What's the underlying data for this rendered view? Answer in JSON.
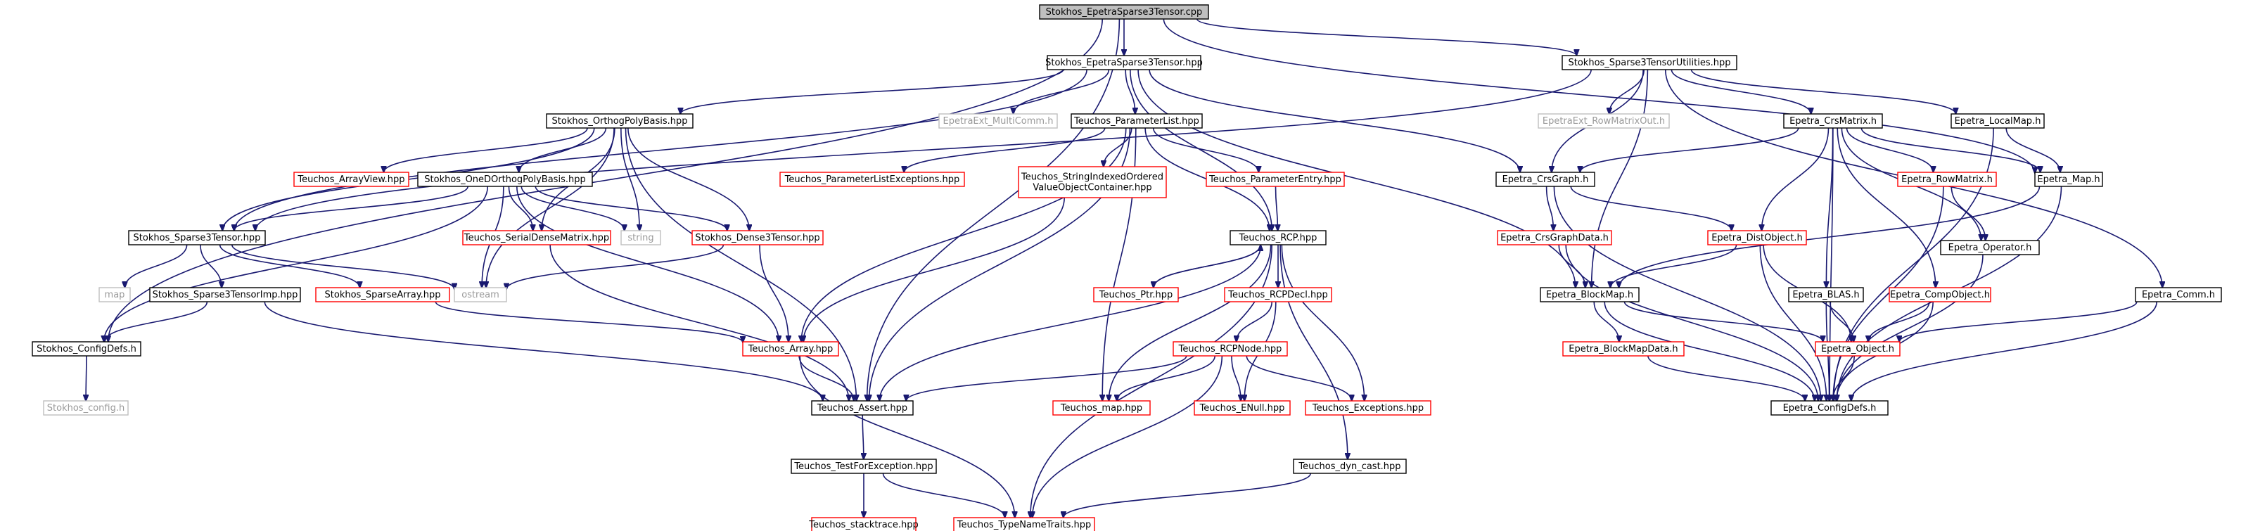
{
  "nodes": [
    {
      "id": "n0",
      "label": "Stokhos_EpetraSparse3Tensor.cpp",
      "style": "root",
      "name": "node-stokhos-epetrasparse3tensor-cpp"
    },
    {
      "id": "n1",
      "label": "Stokhos_EpetraSparse3Tensor.hpp",
      "style": "normal",
      "name": "node-stokhos-epetrasparse3tensor-hpp"
    },
    {
      "id": "n2",
      "label": "Stokhos_Sparse3TensorUtilities.hpp",
      "style": "normal",
      "name": "node-stokhos-sparse3tensorutilities-hpp"
    },
    {
      "id": "n3",
      "label": "Stokhos_OrthogPolyBasis.hpp",
      "style": "normal",
      "name": "node-stokhos-orthogpolybasis-hpp"
    },
    {
      "id": "n4",
      "label": "EpetraExt_MultiComm.h",
      "style": "gray",
      "name": "node-epetraext-multicomm-h"
    },
    {
      "id": "n5",
      "label": "Teuchos_ParameterList.hpp",
      "style": "normal",
      "name": "node-teuchos-parameterlist-hpp"
    },
    {
      "id": "n6",
      "label": "EpetraExt_RowMatrixOut.h",
      "style": "gray",
      "name": "node-epetraext-rowmatrixout-h"
    },
    {
      "id": "n7",
      "label": "Epetra_CrsMatrix.h",
      "style": "normal",
      "name": "node-epetra-crsmatrix-h"
    },
    {
      "id": "n8",
      "label": "Epetra_LocalMap.h",
      "style": "normal",
      "name": "node-epetra-localmap-h"
    },
    {
      "id": "n9",
      "label": "Teuchos_ArrayView.hpp",
      "style": "red",
      "name": "node-teuchos-arrayview-hpp"
    },
    {
      "id": "n10",
      "label": "Stokhos_OneDOrthogPolyBasis.hpp",
      "style": "normal",
      "name": "node-stokhos-onedorthogpolybasis-hpp"
    },
    {
      "id": "n11",
      "label": "Teuchos_ParameterListExceptions.hpp",
      "style": "red",
      "name": "node-teuchos-parameterlistexceptions-hpp"
    },
    {
      "id": "n12",
      "label": "Teuchos_StringIndexedOrdered\nValueObjectContainer.hpp",
      "style": "red",
      "name": "node-teuchos-stringindexedordered-hpp"
    },
    {
      "id": "n13",
      "label": "Teuchos_ParameterEntry.hpp",
      "style": "red",
      "name": "node-teuchos-parameterentry-hpp"
    },
    {
      "id": "n14",
      "label": "Epetra_CrsGraph.h",
      "style": "normal",
      "name": "node-epetra-crsgraph-h"
    },
    {
      "id": "n15",
      "label": "Epetra_RowMatrix.h",
      "style": "red",
      "name": "node-epetra-rowmatrix-h"
    },
    {
      "id": "n16",
      "label": "Epetra_Map.h",
      "style": "normal",
      "name": "node-epetra-map-h"
    },
    {
      "id": "n17",
      "label": "Stokhos_Sparse3Tensor.hpp",
      "style": "normal",
      "name": "node-stokhos-sparse3tensor-hpp"
    },
    {
      "id": "n18",
      "label": "Teuchos_SerialDenseMatrix.hpp",
      "style": "red",
      "name": "node-teuchos-serialdensematrix-hpp"
    },
    {
      "id": "n19",
      "label": "string",
      "style": "gray",
      "name": "node-string"
    },
    {
      "id": "n20",
      "label": "Stokhos_Dense3Tensor.hpp",
      "style": "red",
      "name": "node-stokhos-dense3tensor-hpp"
    },
    {
      "id": "n21",
      "label": "Teuchos_RCP.hpp",
      "style": "normal",
      "name": "node-teuchos-rcp-hpp"
    },
    {
      "id": "n22",
      "label": "Epetra_CrsGraphData.h",
      "style": "red",
      "name": "node-epetra-crsgraphdata-h"
    },
    {
      "id": "n23",
      "label": "Epetra_DistObject.h",
      "style": "red",
      "name": "node-epetra-distobject-h"
    },
    {
      "id": "n24",
      "label": "Epetra_Operator.h",
      "style": "normal",
      "name": "node-epetra-operator-h"
    },
    {
      "id": "n25",
      "label": "map",
      "style": "gray",
      "name": "node-map"
    },
    {
      "id": "n26",
      "label": "Stokhos_Sparse3TensorImp.hpp",
      "style": "normal",
      "name": "node-stokhos-sparse3tensorimp-hpp"
    },
    {
      "id": "n27",
      "label": "Stokhos_SparseArray.hpp",
      "style": "red",
      "name": "node-stokhos-sparsearray-hpp"
    },
    {
      "id": "n28",
      "label": "ostream",
      "style": "gray",
      "name": "node-ostream"
    },
    {
      "id": "n29",
      "label": "Teuchos_Ptr.hpp",
      "style": "red",
      "name": "node-teuchos-ptr-hpp"
    },
    {
      "id": "n30",
      "label": "Teuchos_RCPDecl.hpp",
      "style": "red",
      "name": "node-teuchos-rcpdecl-hpp"
    },
    {
      "id": "n31",
      "label": "Epetra_BlockMap.h",
      "style": "normal",
      "name": "node-epetra-blockmap-h"
    },
    {
      "id": "n32",
      "label": "Epetra_BLAS.h",
      "style": "normal",
      "name": "node-epetra-blas-h"
    },
    {
      "id": "n33",
      "label": "Epetra_CompObject.h",
      "style": "red",
      "name": "node-epetra-compobject-h"
    },
    {
      "id": "n34",
      "label": "Epetra_Comm.h",
      "style": "normal",
      "name": "node-epetra-comm-h"
    },
    {
      "id": "n35",
      "label": "Stokhos_ConfigDefs.h",
      "style": "normal",
      "name": "node-stokhos-configdefs-h"
    },
    {
      "id": "n36",
      "label": "Teuchos_Array.hpp",
      "style": "red",
      "name": "node-teuchos-array-hpp"
    },
    {
      "id": "n37",
      "label": "Teuchos_RCPNode.hpp",
      "style": "red",
      "name": "node-teuchos-rcpnode-hpp"
    },
    {
      "id": "n38",
      "label": "Epetra_BlockMapData.h",
      "style": "red",
      "name": "node-epetra-blockmapdata-h"
    },
    {
      "id": "n39",
      "label": "Epetra_Object.h",
      "style": "red",
      "name": "node-epetra-object-h"
    },
    {
      "id": "n40",
      "label": "Stokhos_config.h",
      "style": "gray",
      "name": "node-stokhos-config-h"
    },
    {
      "id": "n41",
      "label": "Teuchos_Assert.hpp",
      "style": "normal",
      "name": "node-teuchos-assert-hpp"
    },
    {
      "id": "n42",
      "label": "Teuchos_map.hpp",
      "style": "red",
      "name": "node-teuchos-map-hpp"
    },
    {
      "id": "n43",
      "label": "Teuchos_ENull.hpp",
      "style": "red",
      "name": "node-teuchos-enull-hpp"
    },
    {
      "id": "n44",
      "label": "Teuchos_Exceptions.hpp",
      "style": "red",
      "name": "node-teuchos-exceptions-hpp"
    },
    {
      "id": "n45",
      "label": "Epetra_ConfigDefs.h",
      "style": "normal",
      "name": "node-epetra-configdefs-h"
    },
    {
      "id": "n46",
      "label": "Teuchos_TestForException.hpp",
      "style": "normal",
      "name": "node-teuchos-testforexception-hpp"
    },
    {
      "id": "n47",
      "label": "Teuchos_dyn_cast.hpp",
      "style": "normal",
      "name": "node-teuchos-dyn-cast-hpp"
    },
    {
      "id": "n48",
      "label": "Teuchos_stacktrace.hpp",
      "style": "red",
      "name": "node-teuchos-stacktrace-hpp"
    },
    {
      "id": "n49",
      "label": "Teuchos_TypeNameTraits.hpp",
      "style": "red",
      "name": "node-teuchos-typenametraits-hpp"
    }
  ],
  "edges": [
    [
      "n0",
      "n1"
    ],
    [
      "n0",
      "n2"
    ],
    [
      "n0",
      "n35"
    ],
    [
      "n0",
      "n41"
    ],
    [
      "n0",
      "n16"
    ],
    [
      "n1",
      "n3"
    ],
    [
      "n1",
      "n4"
    ],
    [
      "n1",
      "n5"
    ],
    [
      "n1",
      "n17"
    ],
    [
      "n1",
      "n14"
    ],
    [
      "n1",
      "n21"
    ],
    [
      "n1",
      "n31"
    ],
    [
      "n2",
      "n6"
    ],
    [
      "n2",
      "n7"
    ],
    [
      "n2",
      "n8"
    ],
    [
      "n2",
      "n14"
    ],
    [
      "n2",
      "n31"
    ],
    [
      "n2",
      "n17"
    ],
    [
      "n2",
      "n34"
    ],
    [
      "n3",
      "n9"
    ],
    [
      "n3",
      "n10"
    ],
    [
      "n3",
      "n18"
    ],
    [
      "n3",
      "n19"
    ],
    [
      "n3",
      "n20"
    ],
    [
      "n3",
      "n17"
    ],
    [
      "n3",
      "n41"
    ],
    [
      "n3",
      "n28"
    ],
    [
      "n5",
      "n11"
    ],
    [
      "n5",
      "n12"
    ],
    [
      "n5",
      "n13"
    ],
    [
      "n5",
      "n21"
    ],
    [
      "n5",
      "n36"
    ],
    [
      "n5",
      "n42"
    ],
    [
      "n5",
      "n41"
    ],
    [
      "n7",
      "n14"
    ],
    [
      "n7",
      "n15"
    ],
    [
      "n7",
      "n16"
    ],
    [
      "n7",
      "n24"
    ],
    [
      "n7",
      "n23"
    ],
    [
      "n7",
      "n32"
    ],
    [
      "n7",
      "n33"
    ],
    [
      "n7",
      "n45"
    ],
    [
      "n8",
      "n16"
    ],
    [
      "n8",
      "n45"
    ],
    [
      "n10",
      "n17"
    ],
    [
      "n10",
      "n18"
    ],
    [
      "n10",
      "n19"
    ],
    [
      "n10",
      "n20"
    ],
    [
      "n10",
      "n35"
    ],
    [
      "n10",
      "n28"
    ],
    [
      "n10",
      "n36"
    ],
    [
      "n12",
      "n36"
    ],
    [
      "n13",
      "n21"
    ],
    [
      "n14",
      "n22"
    ],
    [
      "n14",
      "n23"
    ],
    [
      "n14",
      "n45"
    ],
    [
      "n15",
      "n24"
    ],
    [
      "n15",
      "n45"
    ],
    [
      "n16",
      "n31"
    ],
    [
      "n16",
      "n45"
    ],
    [
      "n17",
      "n25"
    ],
    [
      "n17",
      "n26"
    ],
    [
      "n17",
      "n27"
    ],
    [
      "n17",
      "n28"
    ],
    [
      "n18",
      "n41"
    ],
    [
      "n20",
      "n36"
    ],
    [
      "n20",
      "n28"
    ],
    [
      "n21",
      "n29"
    ],
    [
      "n21",
      "n30"
    ],
    [
      "n21",
      "n44"
    ],
    [
      "n21",
      "n49"
    ],
    [
      "n21",
      "n47"
    ],
    [
      "n21",
      "n41"
    ],
    [
      "n21",
      "n42"
    ],
    [
      "n22",
      "n31"
    ],
    [
      "n22",
      "n45"
    ],
    [
      "n23",
      "n31"
    ],
    [
      "n23",
      "n39"
    ],
    [
      "n23",
      "n45"
    ],
    [
      "n24",
      "n45"
    ],
    [
      "n26",
      "n35"
    ],
    [
      "n26",
      "n41"
    ],
    [
      "n27",
      "n36"
    ],
    [
      "n29",
      "n21"
    ],
    [
      "n30",
      "n37"
    ],
    [
      "n30",
      "n43"
    ],
    [
      "n31",
      "n38"
    ],
    [
      "n31",
      "n39"
    ],
    [
      "n31",
      "n45"
    ],
    [
      "n32",
      "n39"
    ],
    [
      "n32",
      "n45"
    ],
    [
      "n33",
      "n39"
    ],
    [
      "n33",
      "n45"
    ],
    [
      "n34",
      "n39"
    ],
    [
      "n34",
      "n45"
    ],
    [
      "n35",
      "n40"
    ],
    [
      "n36",
      "n41"
    ],
    [
      "n36",
      "n49"
    ],
    [
      "n37",
      "n41"
    ],
    [
      "n37",
      "n42"
    ],
    [
      "n37",
      "n43"
    ],
    [
      "n37",
      "n44"
    ],
    [
      "n37",
      "n49"
    ],
    [
      "n38",
      "n45"
    ],
    [
      "n39",
      "n45"
    ],
    [
      "n41",
      "n46"
    ],
    [
      "n46",
      "n48"
    ],
    [
      "n46",
      "n49"
    ],
    [
      "n47",
      "n49"
    ]
  ],
  "colors": {
    "edge": "#191970",
    "normal_border": "#000000",
    "red_border": "#ff0000",
    "gray_border": "#bfbfbf",
    "root_fill": "#bfbfbf"
  }
}
